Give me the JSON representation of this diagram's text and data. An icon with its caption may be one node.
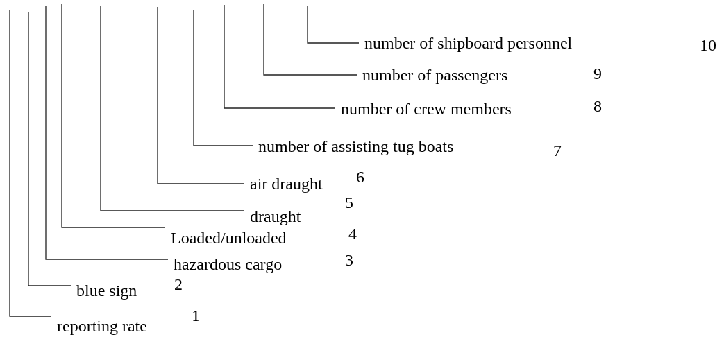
{
  "diagram": {
    "nodes": [
      {
        "text": [
          "number of shipboard personnel"
        ],
        "beside": [
          "10"
        ]
      },
      {
        "text": [
          "number of passengers"
        ],
        "beside": [
          "9"
        ]
      },
      {
        "text": [
          "number of crew members"
        ],
        "beside": [
          "8"
        ]
      },
      {
        "text": [
          "number of assisting tug boats"
        ],
        "beside": [
          "7"
        ]
      },
      {
        "text": [
          "air draught"
        ],
        "beside": [
          "6"
        ]
      },
      {
        "text": [
          "draught"
        ],
        "beside": [
          "5"
        ]
      },
      {
        "text": [
          "Loaded/unloaded"
        ],
        "beside": [
          "4"
        ]
      },
      {
        "text": [
          "hazardous cargo"
        ],
        "beside": [
          "3"
        ]
      },
      {
        "text": [
          "blue sign"
        ],
        "beside": [
          "2"
        ]
      },
      {
        "text": [
          "reporting rate"
        ],
        "beside": [
          "1"
        ]
      }
    ],
    "edges": [
      {
        "from": null,
        "to": 0,
        "arrow": "none"
      },
      {
        "from": null,
        "to": 1,
        "arrow": "none"
      },
      {
        "from": null,
        "to": 2,
        "arrow": "none"
      },
      {
        "from": null,
        "to": 3,
        "arrow": "none"
      },
      {
        "from": null,
        "to": 4,
        "arrow": "none"
      },
      {
        "from": null,
        "to": 5,
        "arrow": "none"
      },
      {
        "from": null,
        "to": 6,
        "arrow": "none"
      },
      {
        "from": null,
        "to": 7,
        "arrow": "none"
      },
      {
        "from": null,
        "to": 8,
        "arrow": "none"
      },
      {
        "from": null,
        "to": 9,
        "arrow": "none"
      }
    ]
  }
}
